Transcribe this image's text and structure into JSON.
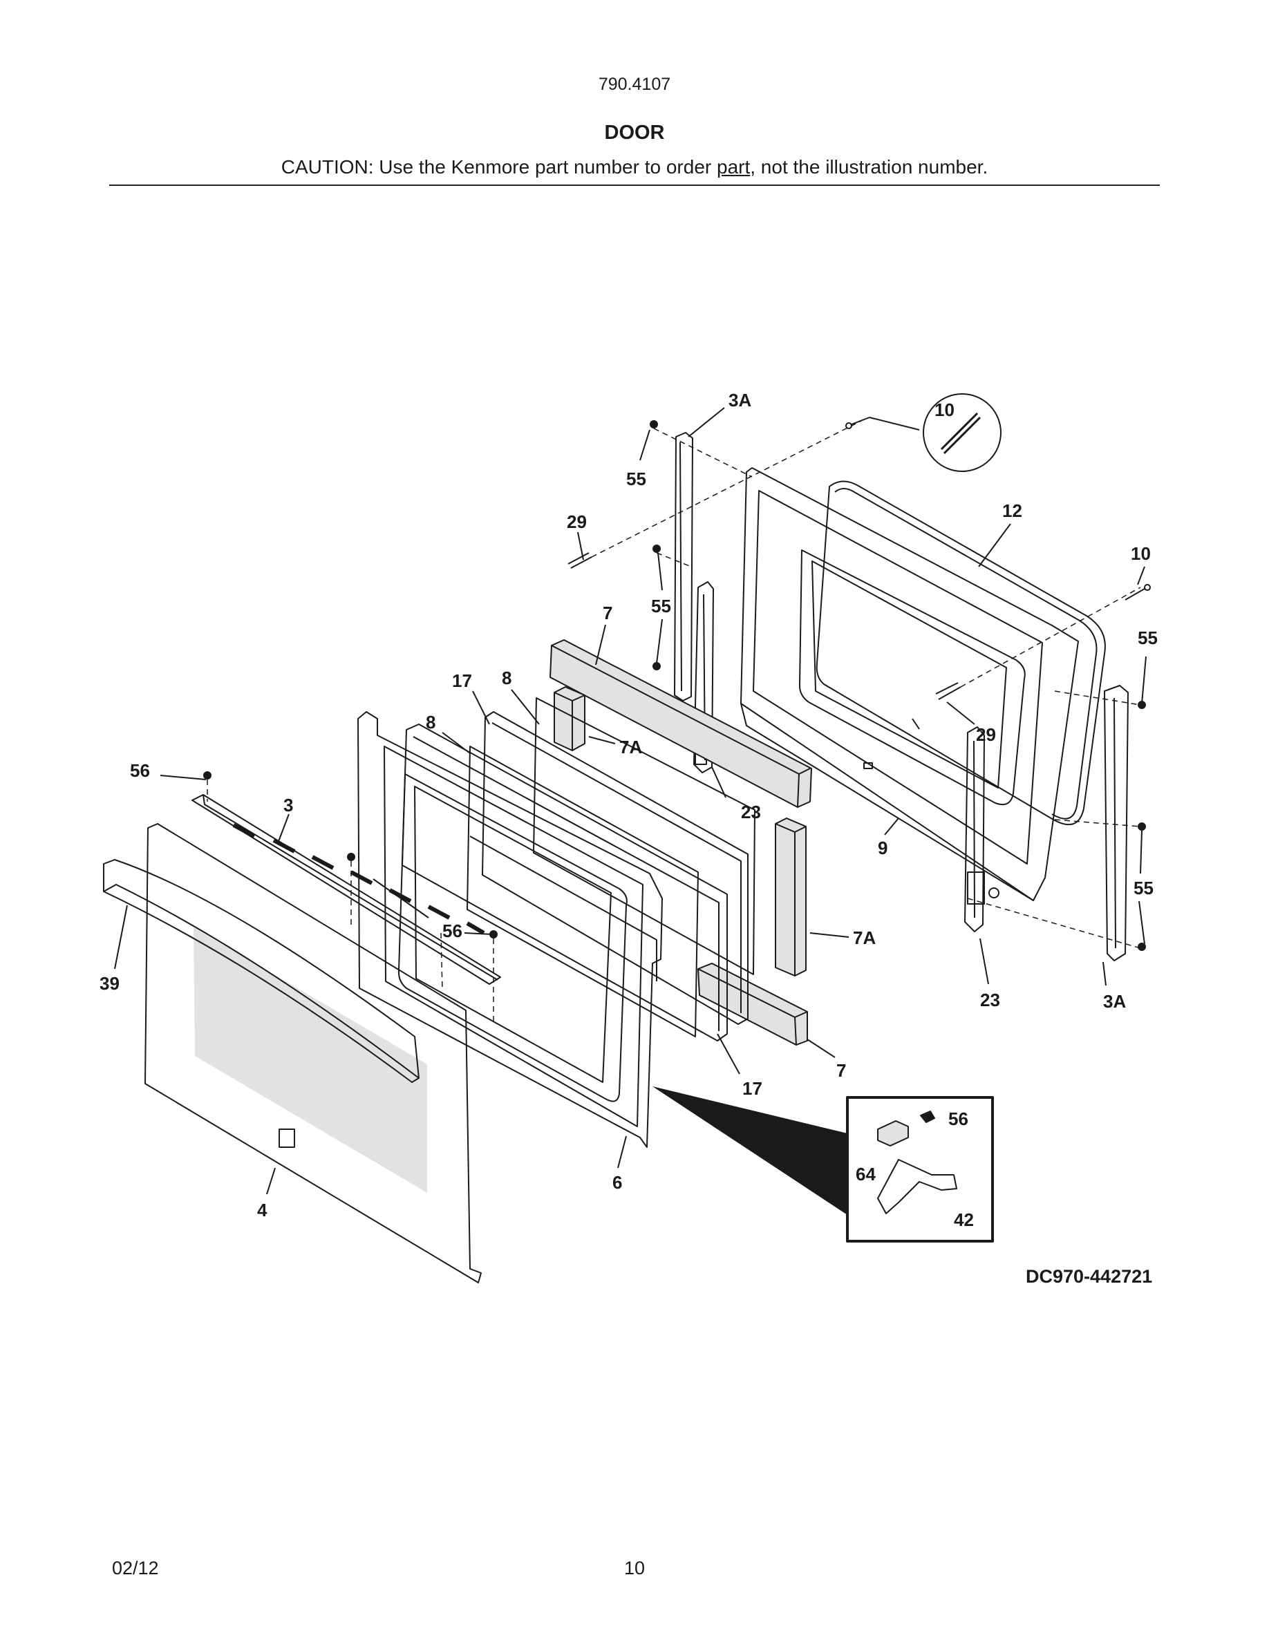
{
  "header": {
    "model_number": "790.4107",
    "section_title": "DOOR",
    "caution_before": "CAUTION: Use the Kenmore part number to order ",
    "caution_underlined": "part",
    "caution_after": ", not the illustration number."
  },
  "diagram": {
    "drawing_id": "DC970-442721",
    "callouts": {
      "c3a_top": "3A",
      "c10_circle": "10",
      "c55_top": "55",
      "c29_left": "29",
      "c12": "12",
      "c10_right": "10",
      "c7_top": "7",
      "c55_mid": "55",
      "c55_right": "55",
      "c17_top": "17",
      "c8_top": "8",
      "c8_mid": "8",
      "c7a_top": "7A",
      "c29_right": "29",
      "c56_left": "56",
      "c3": "3",
      "c23_mid": "23",
      "c9": "9",
      "c56_mid": "56",
      "c55_lower": "55",
      "c39": "39",
      "c7a_lower": "7A",
      "c23_lower": "23",
      "c3a_lower": "3A",
      "c7_lower": "7",
      "c17_lower": "17",
      "c56_inset": "56",
      "c64": "64",
      "c6": "6",
      "c42": "42",
      "c4": "4"
    }
  },
  "footer": {
    "date": "02/12",
    "page_number": "10"
  }
}
